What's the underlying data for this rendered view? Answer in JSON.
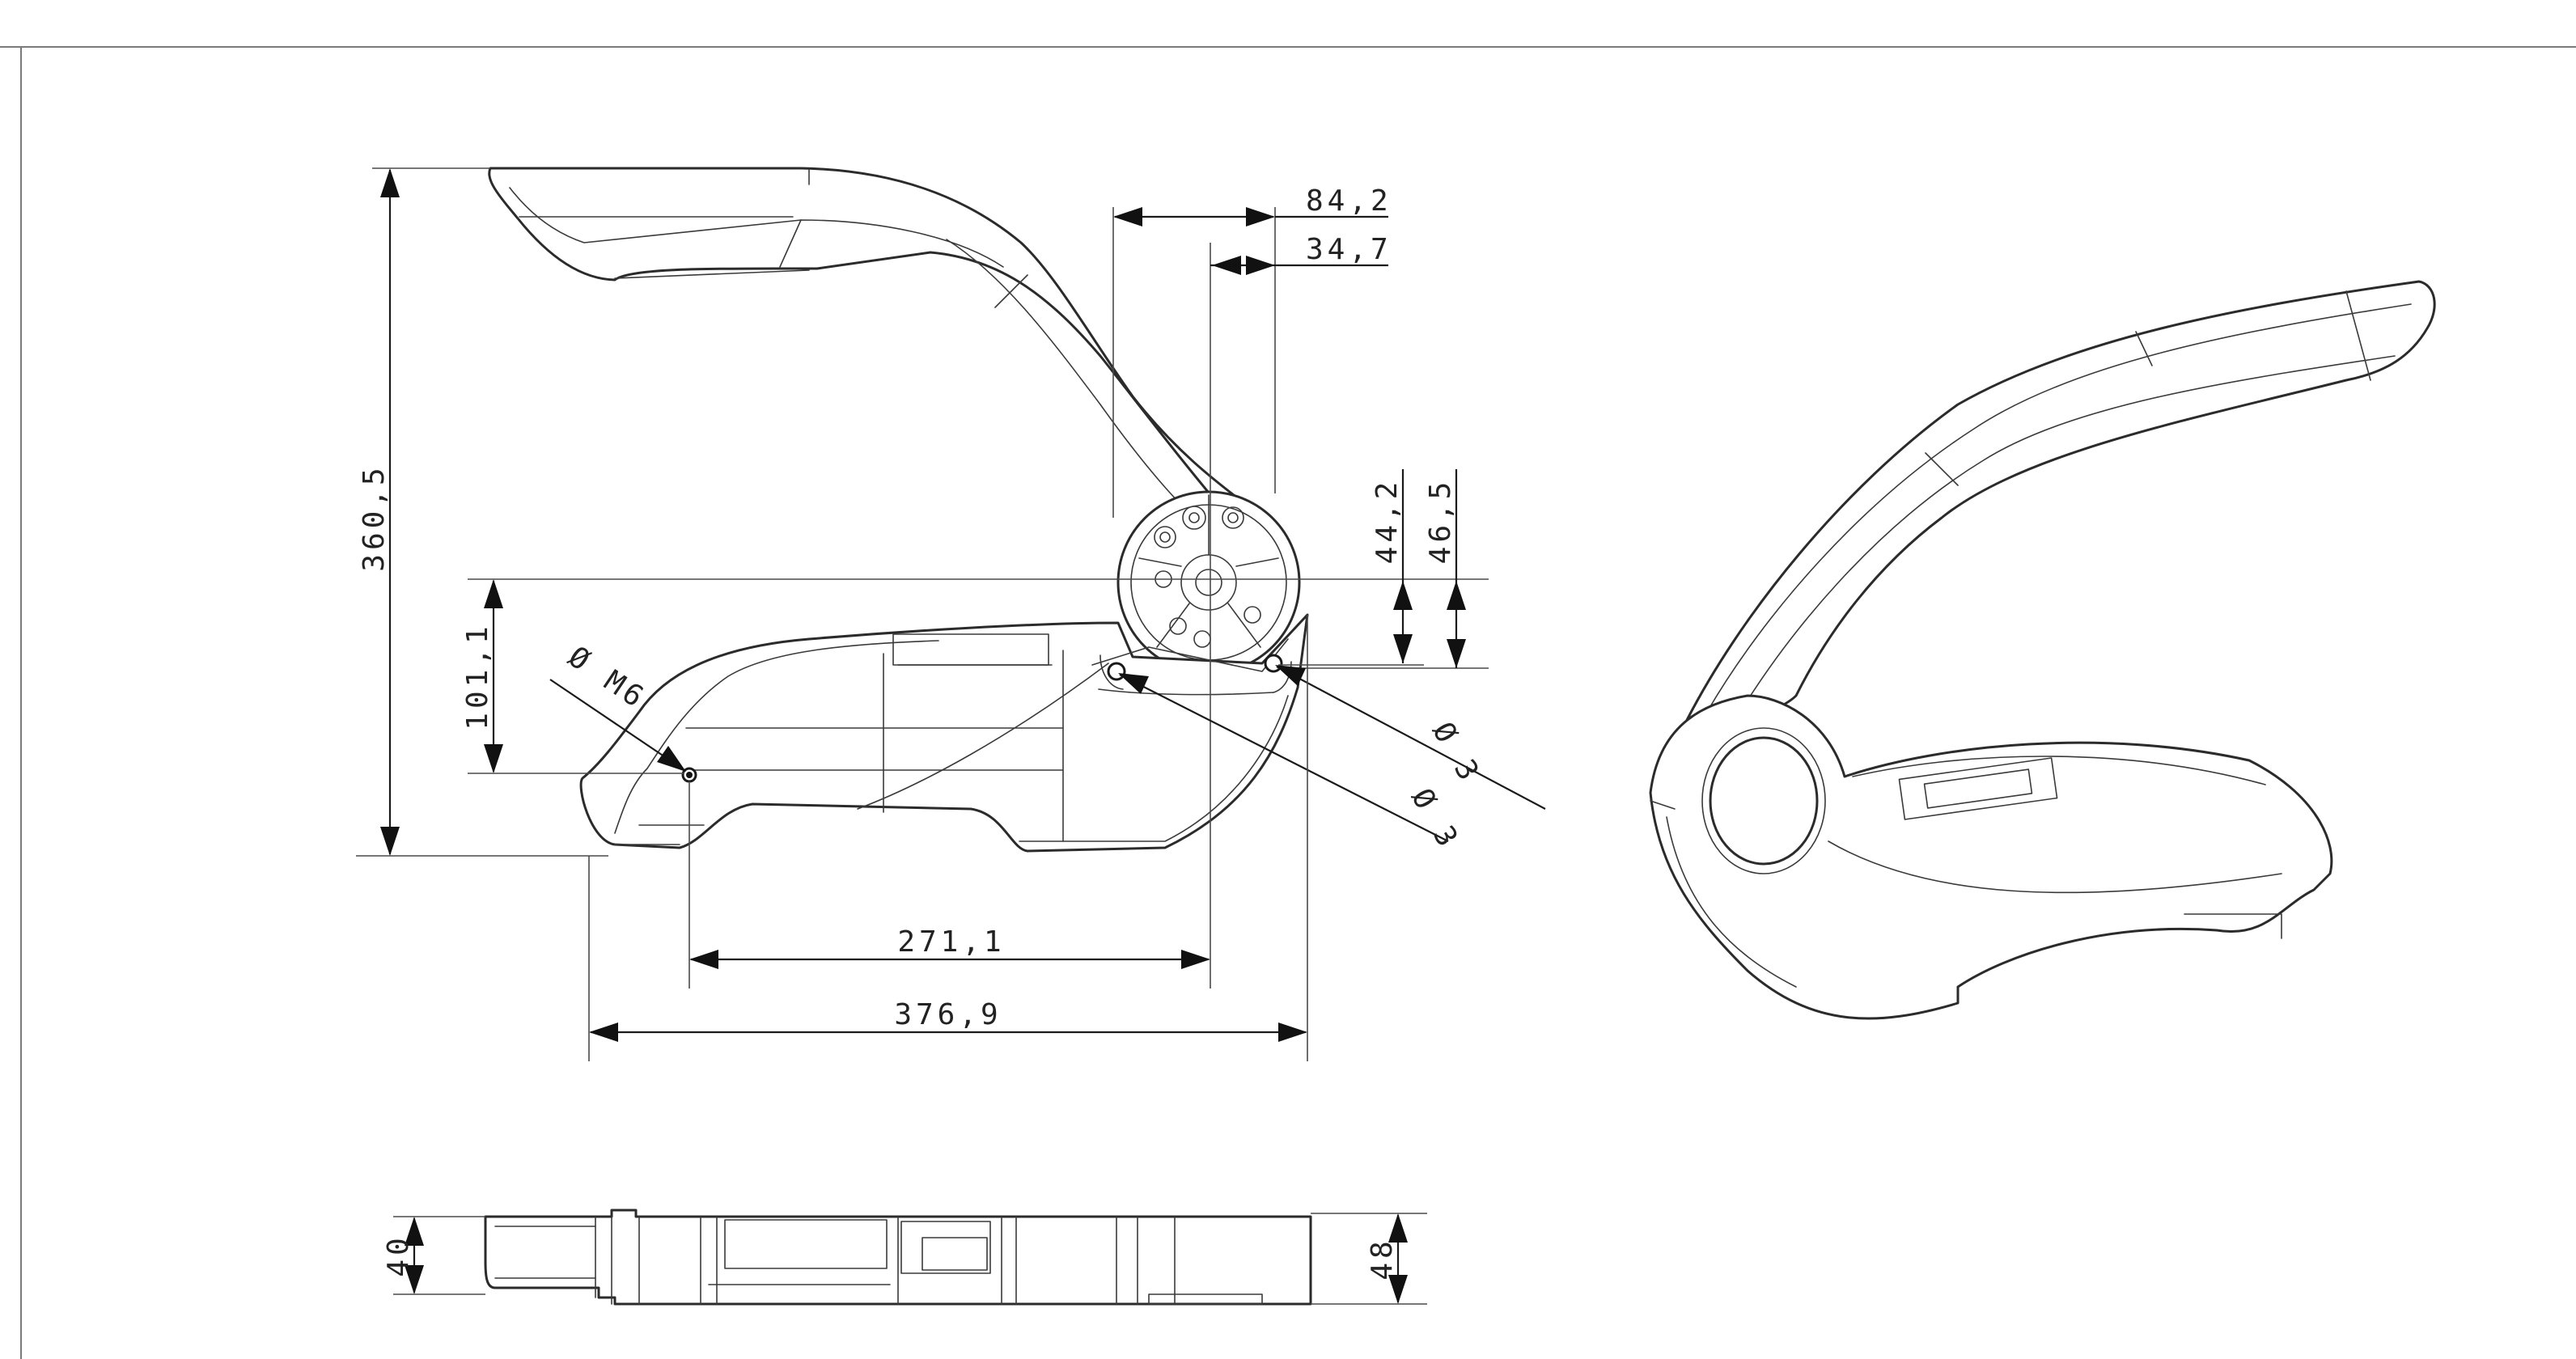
{
  "drawing": {
    "dimensions": {
      "overall_height": "360,5",
      "hinge_offset_x": "84,2",
      "hinge_inner_x": "34,7",
      "height_to_hole_a": "44,2",
      "height_to_hole_b": "46,5",
      "base_height": "101,1",
      "thread_spec": "Ø M6",
      "hole_dia_a": "Ø 3",
      "hole_dia_b": "Ø 3",
      "hole_span": "271,1",
      "overall_length": "376,9",
      "side_thickness": "40",
      "side_height": "48"
    }
  }
}
